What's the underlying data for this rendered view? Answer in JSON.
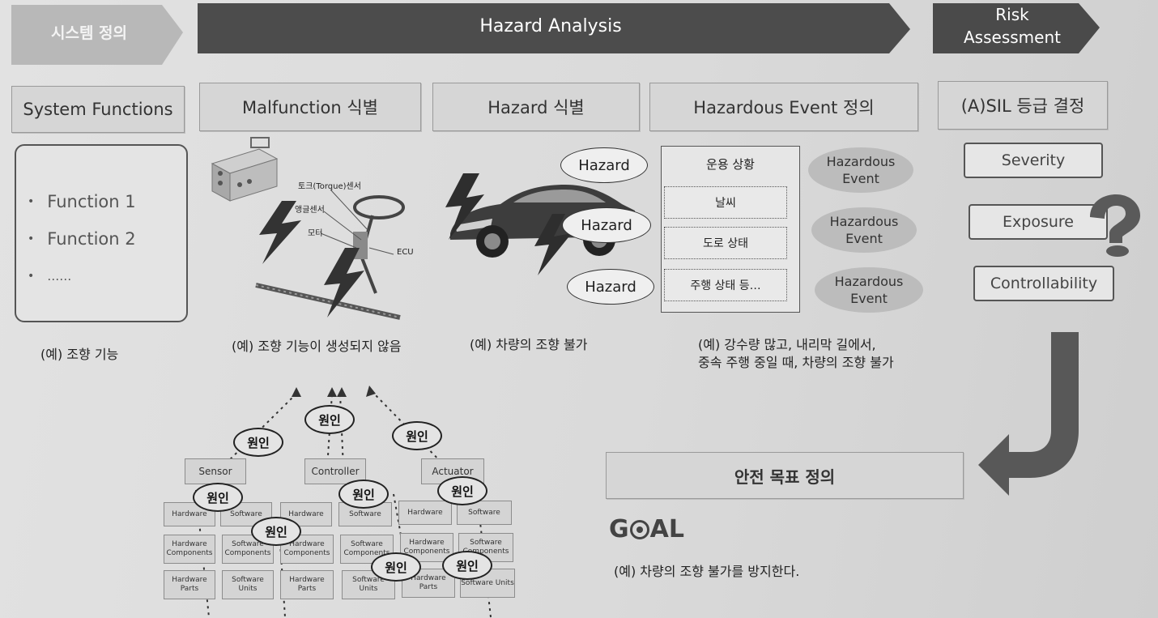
{
  "banners": {
    "system": "시스템 정의",
    "hazard": "Hazard Analysis",
    "risk_line1": "Risk",
    "risk_line2": "Assessment"
  },
  "headers": {
    "system_functions": "System Functions",
    "malfunction": "Malfunction 식별",
    "hazard": "Hazard 식별",
    "hazardous_event": "Hazardous Event 정의",
    "sil": "(A)SIL 등급 결정"
  },
  "functions": [
    "Function 1",
    "Function 2",
    "……"
  ],
  "steering_labels": {
    "torque": "토크(Torque)센서",
    "angle": "앵글센서",
    "motor": "모터",
    "ecu": "ECU"
  },
  "hazards": [
    "Hazard",
    "Hazard",
    "Hazard"
  ],
  "situations": [
    "운용 상황",
    "날씨",
    "도로 상태",
    "주행 상태 등…"
  ],
  "hazardous_events": [
    {
      "line1": "Hazardous",
      "line2": "Event"
    },
    {
      "line1": "Hazardous",
      "line2": "Event"
    },
    {
      "line1": "Hazardous",
      "line2": "Event"
    }
  ],
  "sil_factors": [
    "Severity",
    "Exposure",
    "Controllability"
  ],
  "examples": {
    "system": "(예) 조향 기능",
    "malfunction": "(예) 조향 기능이 생성되지 않음",
    "hazard": "(예) 차량의 조향 불가",
    "event_line1": "(예) 강수량 많고, 내리막 길에서,",
    "event_line2": "중속 주행 중일 때, 차량의 조향 불가",
    "goal": "(예) 차량의 조향 불가를 방지한다."
  },
  "safety_goal": "안전 목표 정의",
  "goal_logo": {
    "g": "G",
    "o": "O",
    "al": "AL"
  },
  "cause_label": "원인",
  "tree": {
    "top": [
      "Sensor",
      "Controller",
      "Actuator"
    ],
    "row1": [
      "Hardware",
      "Software",
      "Hardware",
      "Software",
      "Hardware",
      "Software"
    ],
    "row2": [
      "Hardware Components",
      "Software Components",
      "Hardware Components",
      "Software Components",
      "Hardware Components",
      "Software Components"
    ],
    "row3": [
      "Hardware Parts",
      "Software Units",
      "Hardware Parts",
      "Software Units",
      "Hardware Parts",
      "Software Units"
    ]
  },
  "colors": {
    "banner_light": "#b5b5b5",
    "banner_dark": "#4a4a4a",
    "arrow": "#585858"
  }
}
